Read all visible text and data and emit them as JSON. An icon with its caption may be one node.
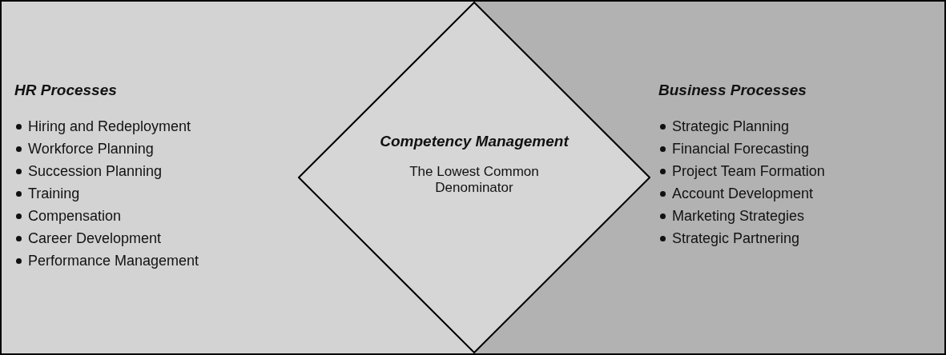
{
  "diagram": {
    "nodes": [
      {
        "text": [
          "HR Processes",
          "Hiring and Redeployment",
          "Workforce Planning",
          "Succession Planning",
          "Training",
          "Compensation",
          "Career Development",
          "Performance Management"
        ]
      },
      {
        "text": [
          "Competency Management",
          "The Lowest Common Denominator"
        ]
      },
      {
        "text": [
          "Business Processes",
          "Strategic Planning",
          "Financial Forecasting",
          "Project Team Formation",
          "Account Development",
          "Marketing Strategies",
          "Strategic Partnering"
        ]
      }
    ]
  }
}
